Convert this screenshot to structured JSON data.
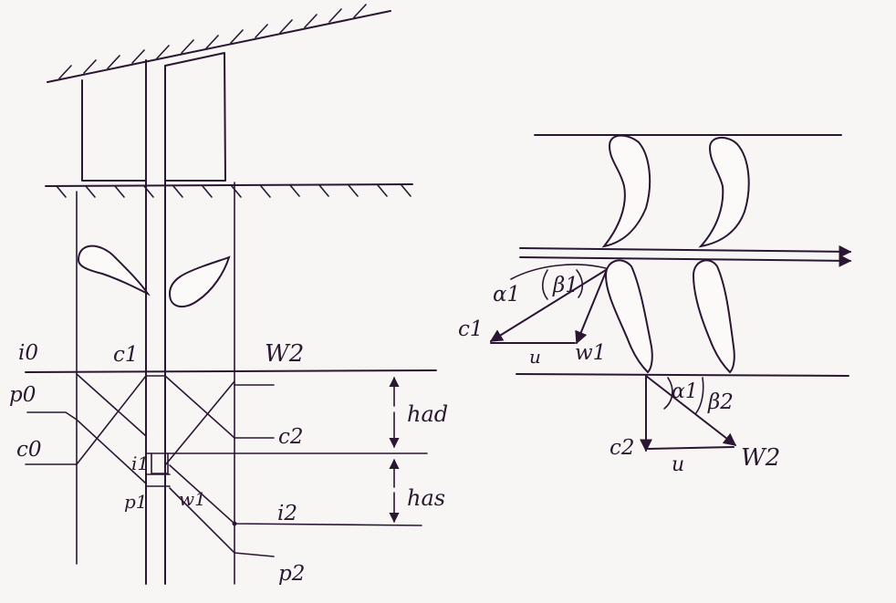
{
  "labels": {
    "i0": "i0",
    "p0": "p0",
    "c0": "c0",
    "c1": "c1",
    "w2_top": "W2",
    "c2_left": "c2",
    "i1": "i1",
    "p1": "p1",
    "w1_left": "w1",
    "i2": "i2",
    "p2": "p2",
    "had": "had",
    "has": "has",
    "alpha1_top": "α1",
    "beta1": "β1",
    "c1_right": "c1",
    "u_top": "u",
    "w1_right": "w1",
    "alpha1_bottom": "α1",
    "beta2": "β2",
    "c2_right": "c2",
    "u_bottom": "u",
    "w2_right": "W2"
  },
  "colors": {
    "paper": "#f7f6f4",
    "ink": "#2b1633"
  }
}
